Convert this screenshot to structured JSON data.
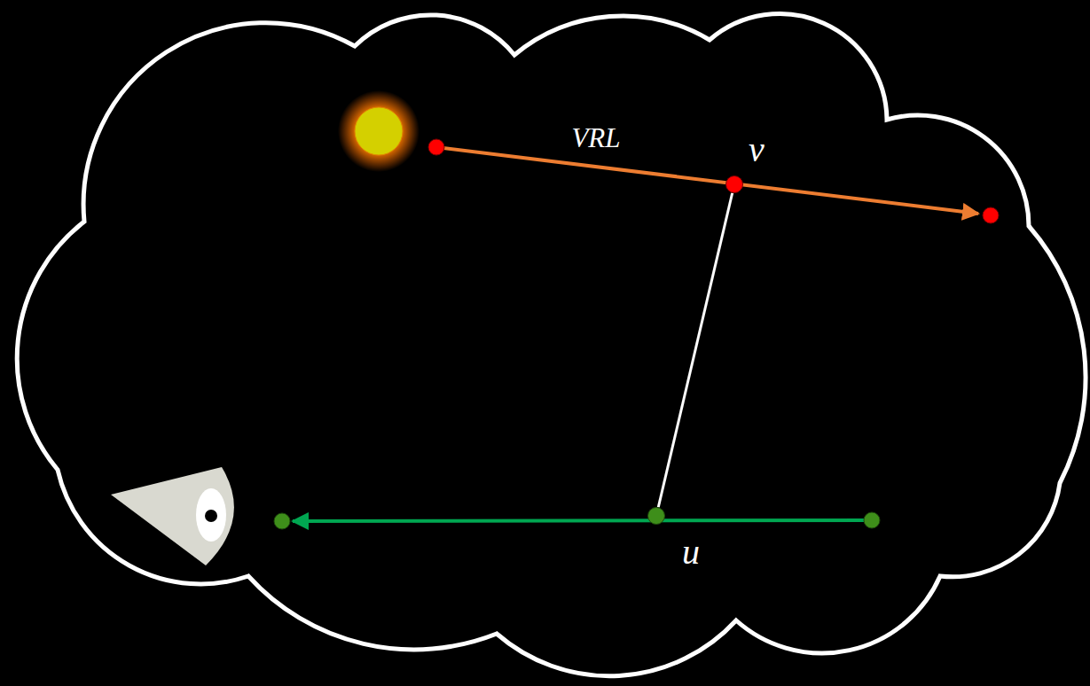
{
  "diagram": {
    "nodes": [
      {
        "text": [
          "v"
        ]
      },
      {
        "text": [
          "u"
        ]
      }
    ],
    "edges": [
      {
        "from": 0,
        "to": 1,
        "arrow": "none"
      }
    ],
    "labels": [
      "VRL"
    ]
  }
}
